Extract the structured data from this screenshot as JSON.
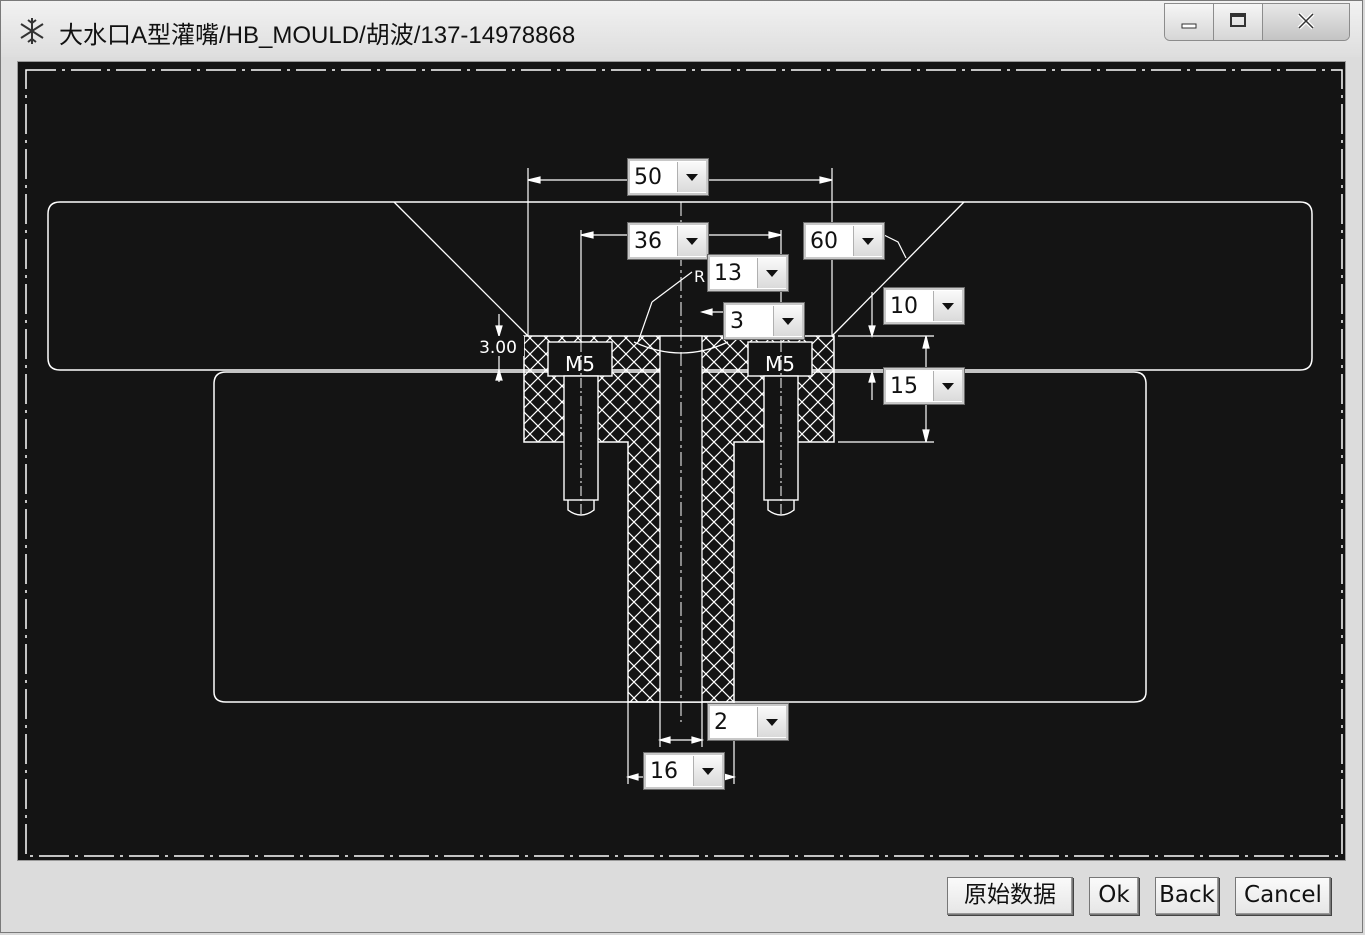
{
  "window": {
    "title": "大水口A型灌嘴/HB_MOULD/胡波/137-14978868",
    "icon": "snowflake-icon",
    "controls": [
      "minimize-icon",
      "maximize-icon",
      "close-icon"
    ]
  },
  "drawing": {
    "background": "#141414",
    "line_color": "#ffffff",
    "text_labels": {
      "bolt_left": "M5",
      "bolt_right": "M5",
      "offset_value": "3.00",
      "radius_prefix": "R"
    }
  },
  "dimensions": {
    "d50": "50",
    "d36": "36",
    "d60": "60",
    "d13": "13",
    "d3": "3",
    "d10": "10",
    "d15": "15",
    "d2": "2",
    "d16": "16"
  },
  "buttons": {
    "original_data": "原始数据",
    "ok": "Ok",
    "back": "Back",
    "cancel": "Cancel"
  }
}
